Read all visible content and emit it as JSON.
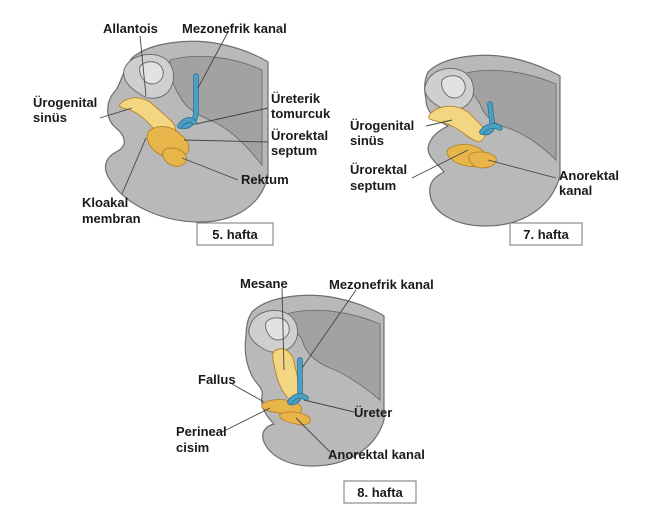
{
  "panels": {
    "week5": {
      "stage": "5. hafta",
      "labels": {
        "allantois": "Allantois",
        "mesonephric": "Mezonefrik kanal",
        "urogenital_1": "Ürogenital",
        "urogenital_2": "sinüs",
        "ureteric_1": "Üreterik",
        "ureteric_2": "tomurcuk",
        "septum_1": "Ürorektal",
        "septum_2": "septum",
        "rectum": "Rektum",
        "cloacal_1": "Kloakal",
        "cloacal_2": "membran"
      }
    },
    "week7": {
      "stage": "7. hafta",
      "labels": {
        "urogenital_1": "Ürogenital",
        "urogenital_2": "sinüs",
        "septum_1": "Ürorektal",
        "septum_2": "septum",
        "anorectal_1": "Anorektal",
        "anorectal_2": "kanal"
      }
    },
    "week8": {
      "stage": "8. hafta",
      "labels": {
        "bladder": "Mesane",
        "mesonephric": "Mezonefrik kanal",
        "phallus": "Fallus",
        "ureter": "Üreter",
        "perineal_1": "Perineal",
        "perineal_2": "cisim",
        "anorectal": "Anorektal kanal"
      }
    }
  },
  "colors": {
    "embryo_body": "#b9b9b9",
    "urogenital_tissue": "#e8b54a",
    "duct": "#4b9fc4"
  }
}
